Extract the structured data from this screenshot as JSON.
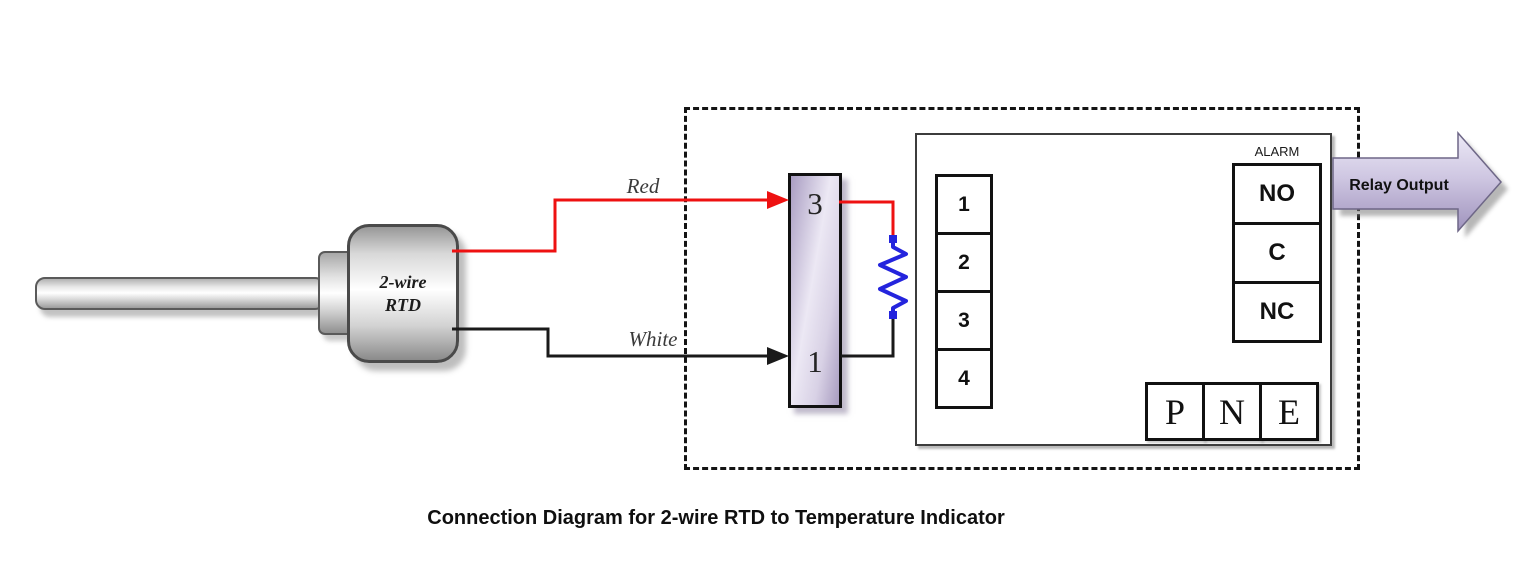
{
  "caption": "Connection Diagram for 2-wire RTD to Temperature Indicator",
  "probe": {
    "label_line1": "2-wire",
    "label_line2": "RTD"
  },
  "wire_labels": {
    "red": "Red",
    "white": "White"
  },
  "terminal_strip": {
    "top_terminal": "3",
    "bottom_terminal": "1"
  },
  "indicator": {
    "input_terminals": [
      "1",
      "2",
      "3",
      "4"
    ],
    "alarm_title": "ALARM",
    "alarm_terminals": [
      "NO",
      "C",
      "NC"
    ],
    "power_terminals": [
      "P",
      "N",
      "E"
    ]
  },
  "relay_output": {
    "label": "Relay Output"
  },
  "colors": {
    "red_wire": "#ee1111",
    "white_wire_drawn": "#1a1a1a",
    "resistor_blue": "#2424dd",
    "terminal_strip_fill": "#cfc6df",
    "relay_arrow_light": "#eae7f4",
    "relay_arrow_dark": "#a296c0"
  }
}
